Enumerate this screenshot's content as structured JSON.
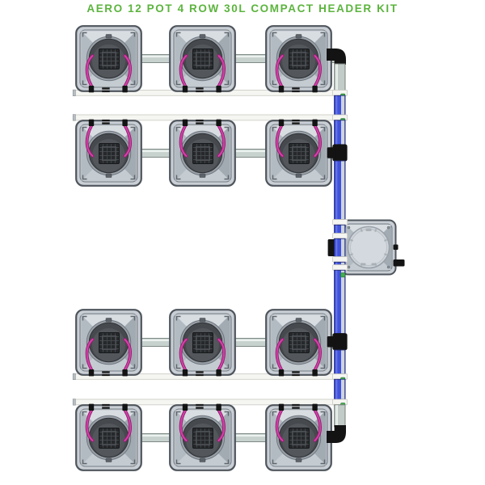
{
  "title": {
    "text": "AERO 12 POT 4 ROW 30L COMPACT HEADER KIT"
  },
  "kit": {
    "total_pots": 12,
    "rows": 4,
    "pots_per_row": 3,
    "pot_volume": "30L",
    "style": "COMPACT HEADER KIT"
  },
  "structure": {
    "rows": [
      {
        "name": "row-1",
        "pots": 3,
        "pot_orientation": "outlets-down"
      },
      {
        "name": "row-2",
        "pots": 3,
        "pot_orientation": "outlets-up"
      },
      {
        "name": "row-3",
        "pots": 3,
        "pot_orientation": "outlets-down"
      },
      {
        "name": "row-4",
        "pots": 3,
        "pot_orientation": "outlets-up"
      }
    ],
    "header_tank": {
      "position": "right-middle",
      "fittings": 2
    },
    "pipes": {
      "feed_lines": 4,
      "drain_lines": 4,
      "main_line": 1
    }
  },
  "colors": {
    "background": "#ffffff",
    "title_green": "#5cb43e",
    "pipe_blue": "#4052dd",
    "pipe_blue_edge": "#232c72",
    "pipe_blue_highlight": "#6b7ae8",
    "pipe_silver": "#ced4d9",
    "tube_pink": "#d63fa8",
    "tube_pink_dark": "#8e1f6e",
    "clip_green": "#3faf4c",
    "clip_green_edge": "#2b7d36",
    "fitting_black": "#131313",
    "pot_body": "#c9cfd5",
    "pot_inner": "#c2c8ce",
    "pot_border": "#4e555c",
    "facet_top": "#d8dde2",
    "facet_right": "#a2aab2",
    "facet_bottom": "#c4cbd1",
    "facet_left": "#b3bbc2",
    "basket_ring": "#9aa1a9",
    "basket_dark": "#46494d",
    "basket_shade": "#53575c",
    "mesh_dark": "#26282b",
    "mesh_grid": "#43474b",
    "feed_pipe": "#c7d1ce",
    "feed_pipe_edge": "#7f8a86",
    "feed_pipe_highlight": "#ecf2ef",
    "drain_pipe": "#f5f5f2",
    "drain_pipe_edge": "#cfcfc8",
    "gray_pipe": "#c2cbc7",
    "gray_pipe_edge": "#79827e",
    "gray_pipe_highlight": "#e7eee9",
    "lid_light": "#cfd5da",
    "lid_detail": "#aab1b7"
  }
}
